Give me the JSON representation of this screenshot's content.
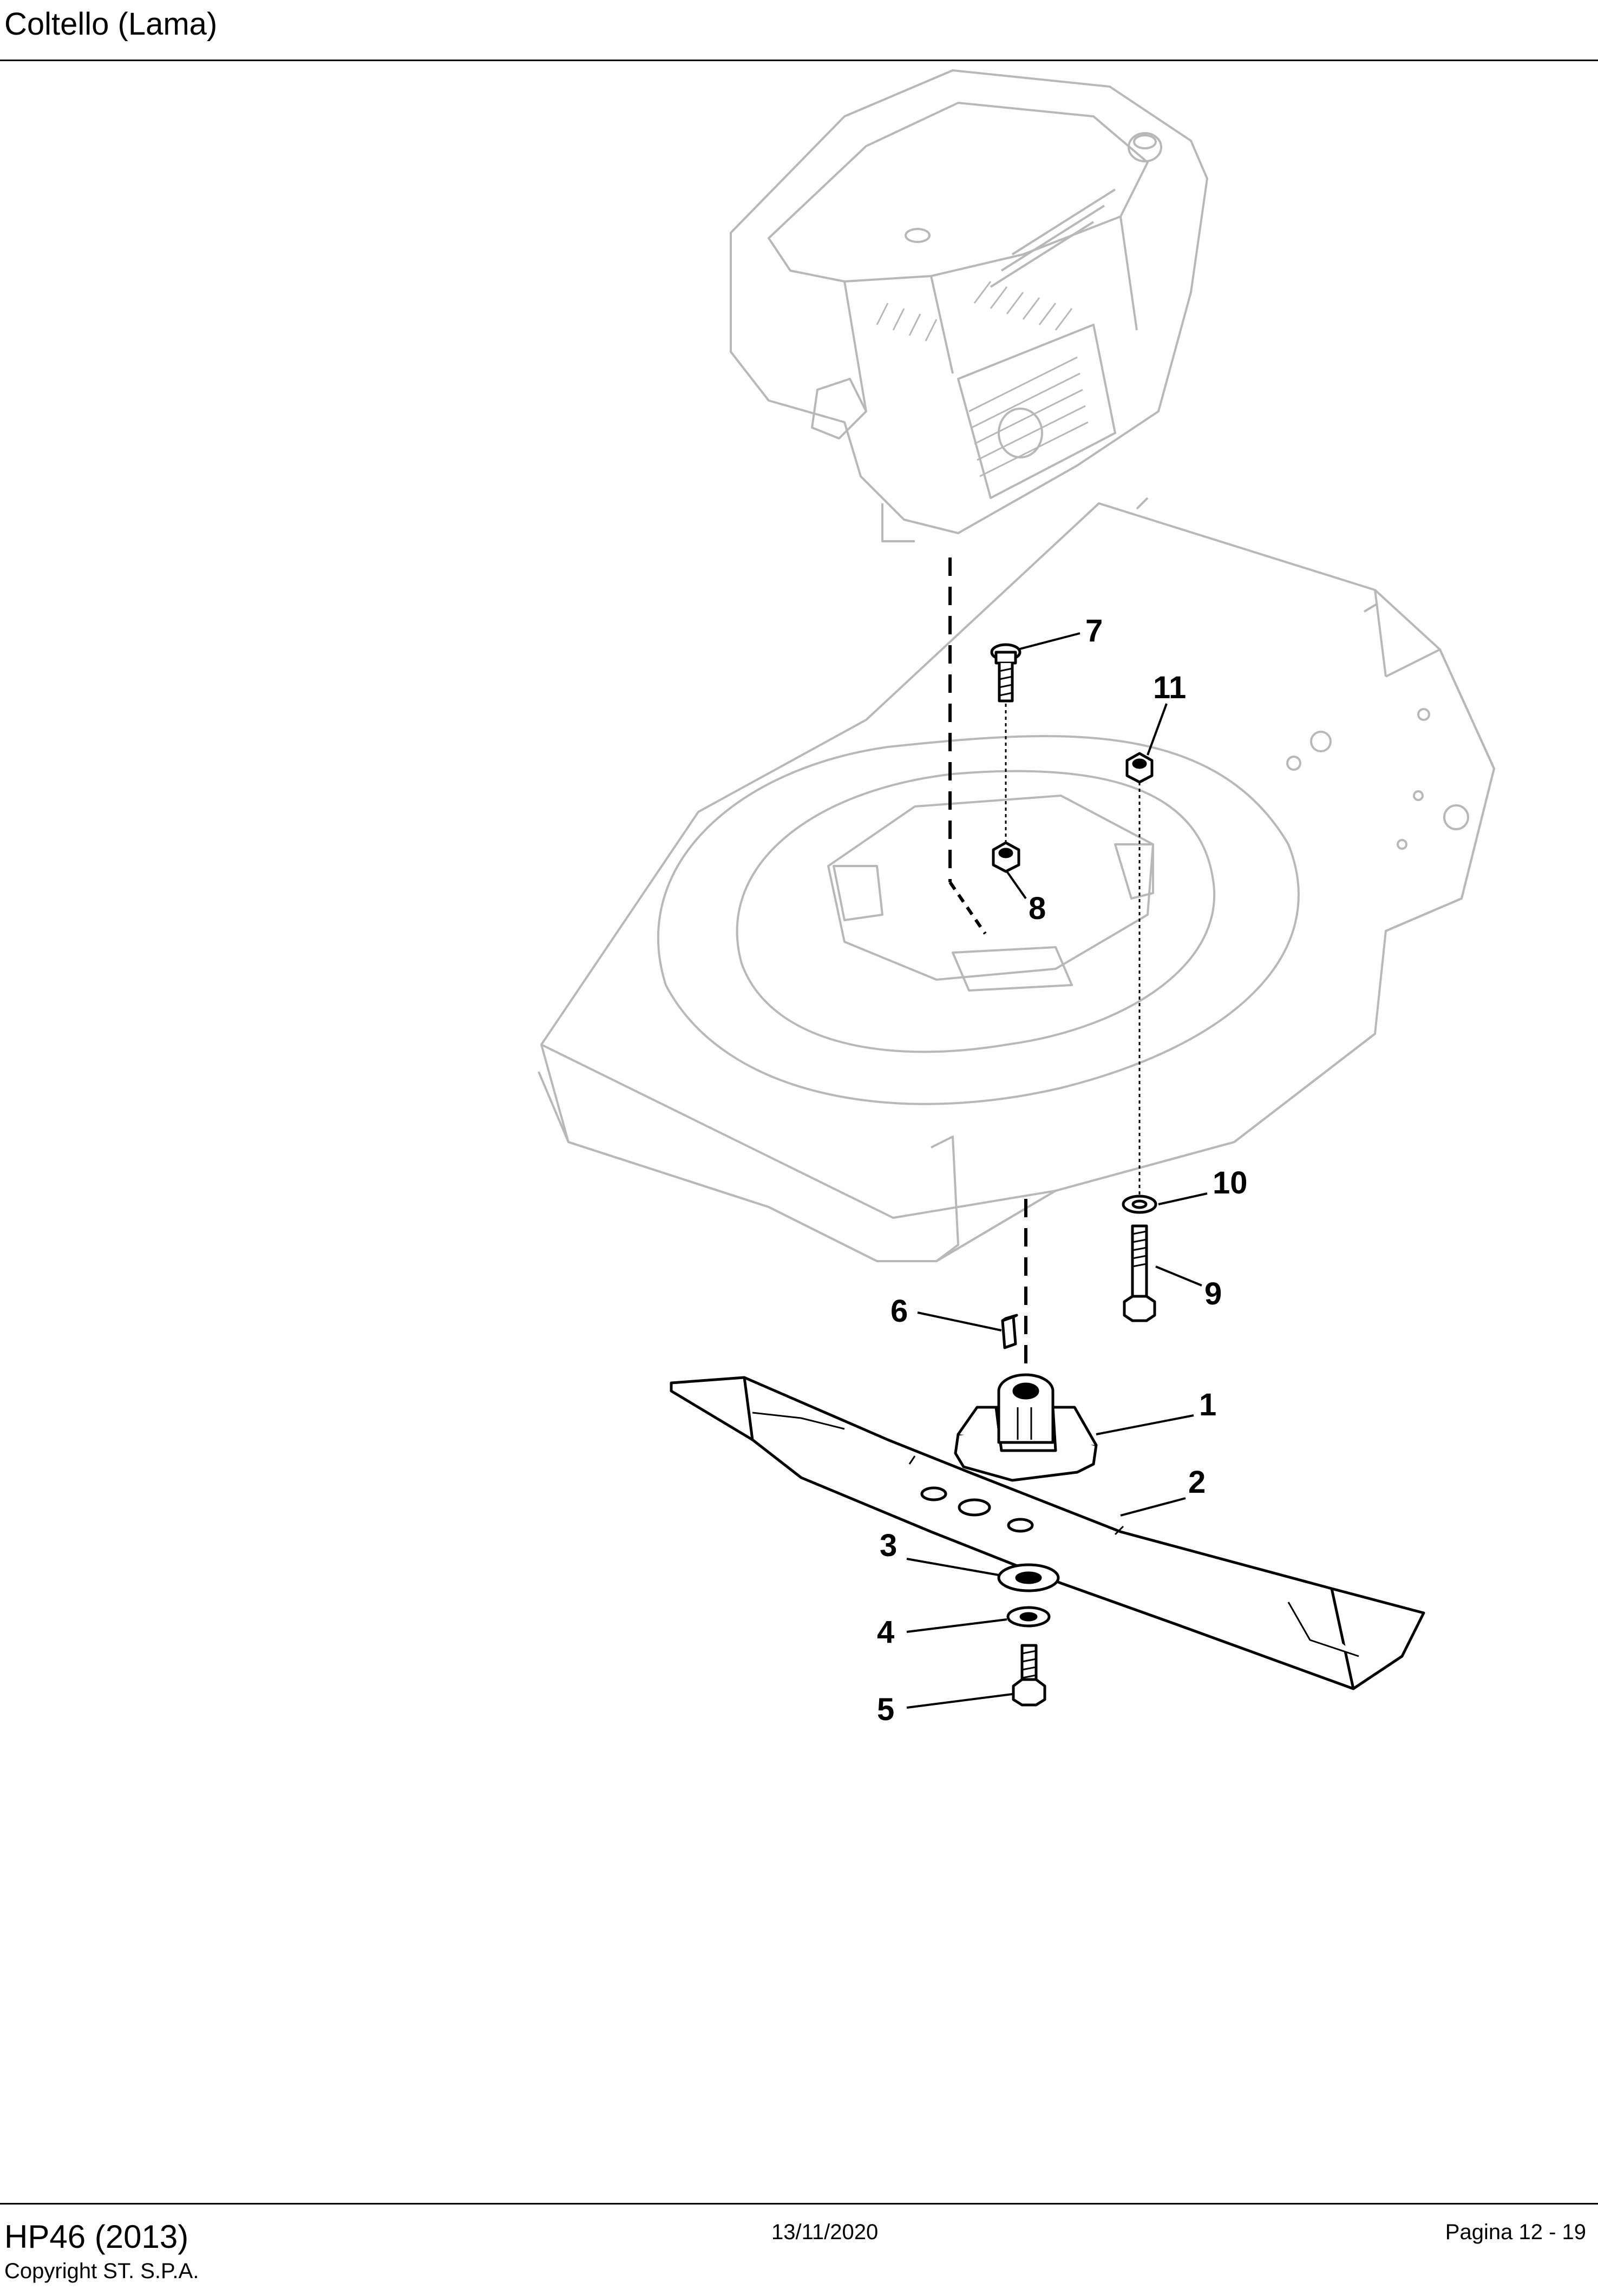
{
  "header": {
    "title": "Coltello (Lama)"
  },
  "callouts": [
    "1",
    "2",
    "3",
    "4",
    "5",
    "6",
    "7",
    "8",
    "9",
    "10",
    "11"
  ],
  "footer": {
    "model": "HP46 (2013)",
    "copyright": "Copyright ST. S.P.A.",
    "date": "13/11/2020",
    "page": "Pagina 12 - 19"
  },
  "colors": {
    "ghost": "#b8b8b8",
    "ink": "#000000"
  }
}
